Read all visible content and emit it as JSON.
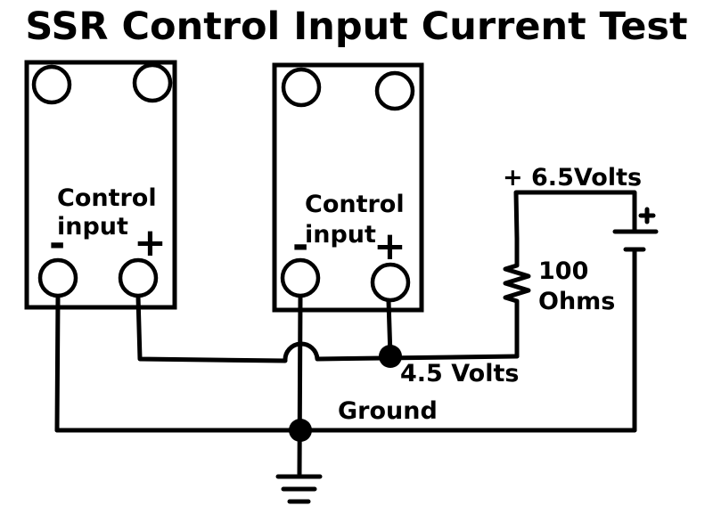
{
  "title": "SSR Control Input Current Test",
  "ssr_left": {
    "label_line1": "Control",
    "label_line2": "input",
    "minus": "-",
    "plus": "+"
  },
  "ssr_right": {
    "label_line1": "Control",
    "label_line2": "input",
    "minus": "-",
    "plus": "+"
  },
  "supply": {
    "label": "+ 6.5Volts",
    "battery_plus": "+"
  },
  "resistor": {
    "line1": "100",
    "line2": "Ohms"
  },
  "node_voltage": "4.5 Volts",
  "ground_label": "Ground"
}
